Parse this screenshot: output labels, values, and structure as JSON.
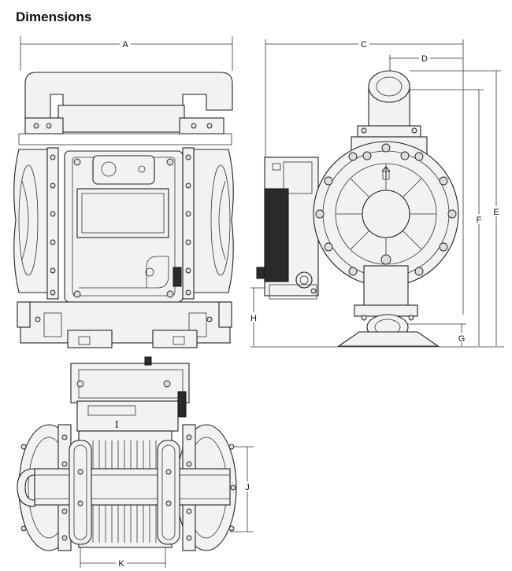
{
  "title": "Dimensions",
  "labels": {
    "A": "A",
    "C": "C",
    "D": "D",
    "E": "E",
    "F": "F",
    "G": "G",
    "H": "H",
    "J": "J",
    "K": "K"
  }
}
